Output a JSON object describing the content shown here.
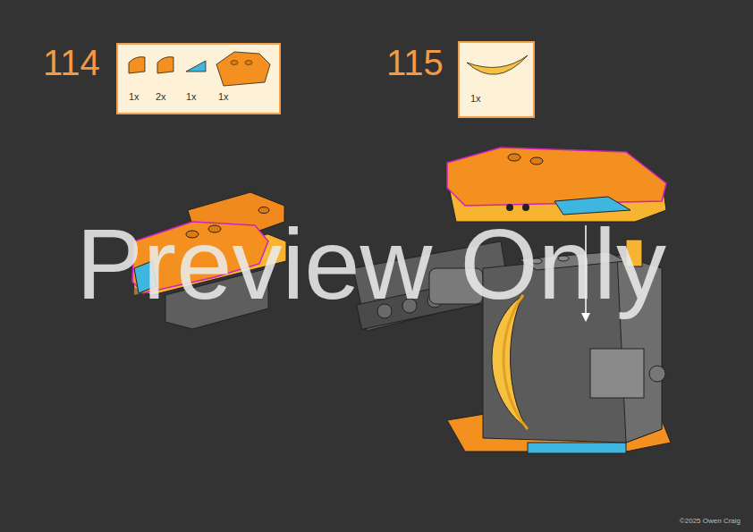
{
  "diagram": {
    "nodes": [
      {
        "text": [
          "114",
          "1x",
          "2x",
          "1x",
          "1x"
        ]
      },
      {
        "text": [
          "115",
          "1x"
        ]
      }
    ],
    "labels": [
      "Preview Only",
      "©2025 Owen Craig"
    ]
  }
}
